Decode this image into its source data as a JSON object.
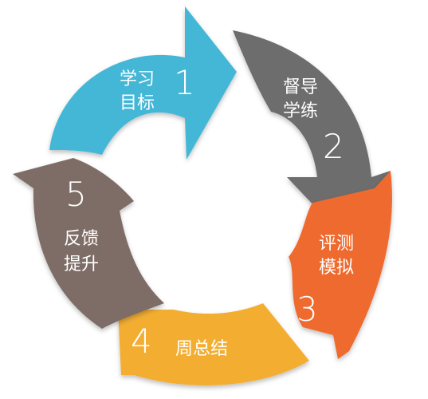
{
  "steps": [
    {
      "number": "1",
      "label_lines": [
        "学习",
        "目标"
      ],
      "color": "#45b7d6"
    },
    {
      "number": "2",
      "label_lines": [
        "督导",
        "学练"
      ],
      "color": "#6d6d6d"
    },
    {
      "number": "3",
      "label_lines": [
        "评测",
        "模拟"
      ],
      "color": "#ee6a2d"
    },
    {
      "number": "4",
      "label_lines": [
        "周总结"
      ],
      "color": "#f3ae31"
    },
    {
      "number": "5",
      "label_lines": [
        "反馈",
        "提升"
      ],
      "color": "#7e6d66"
    }
  ]
}
